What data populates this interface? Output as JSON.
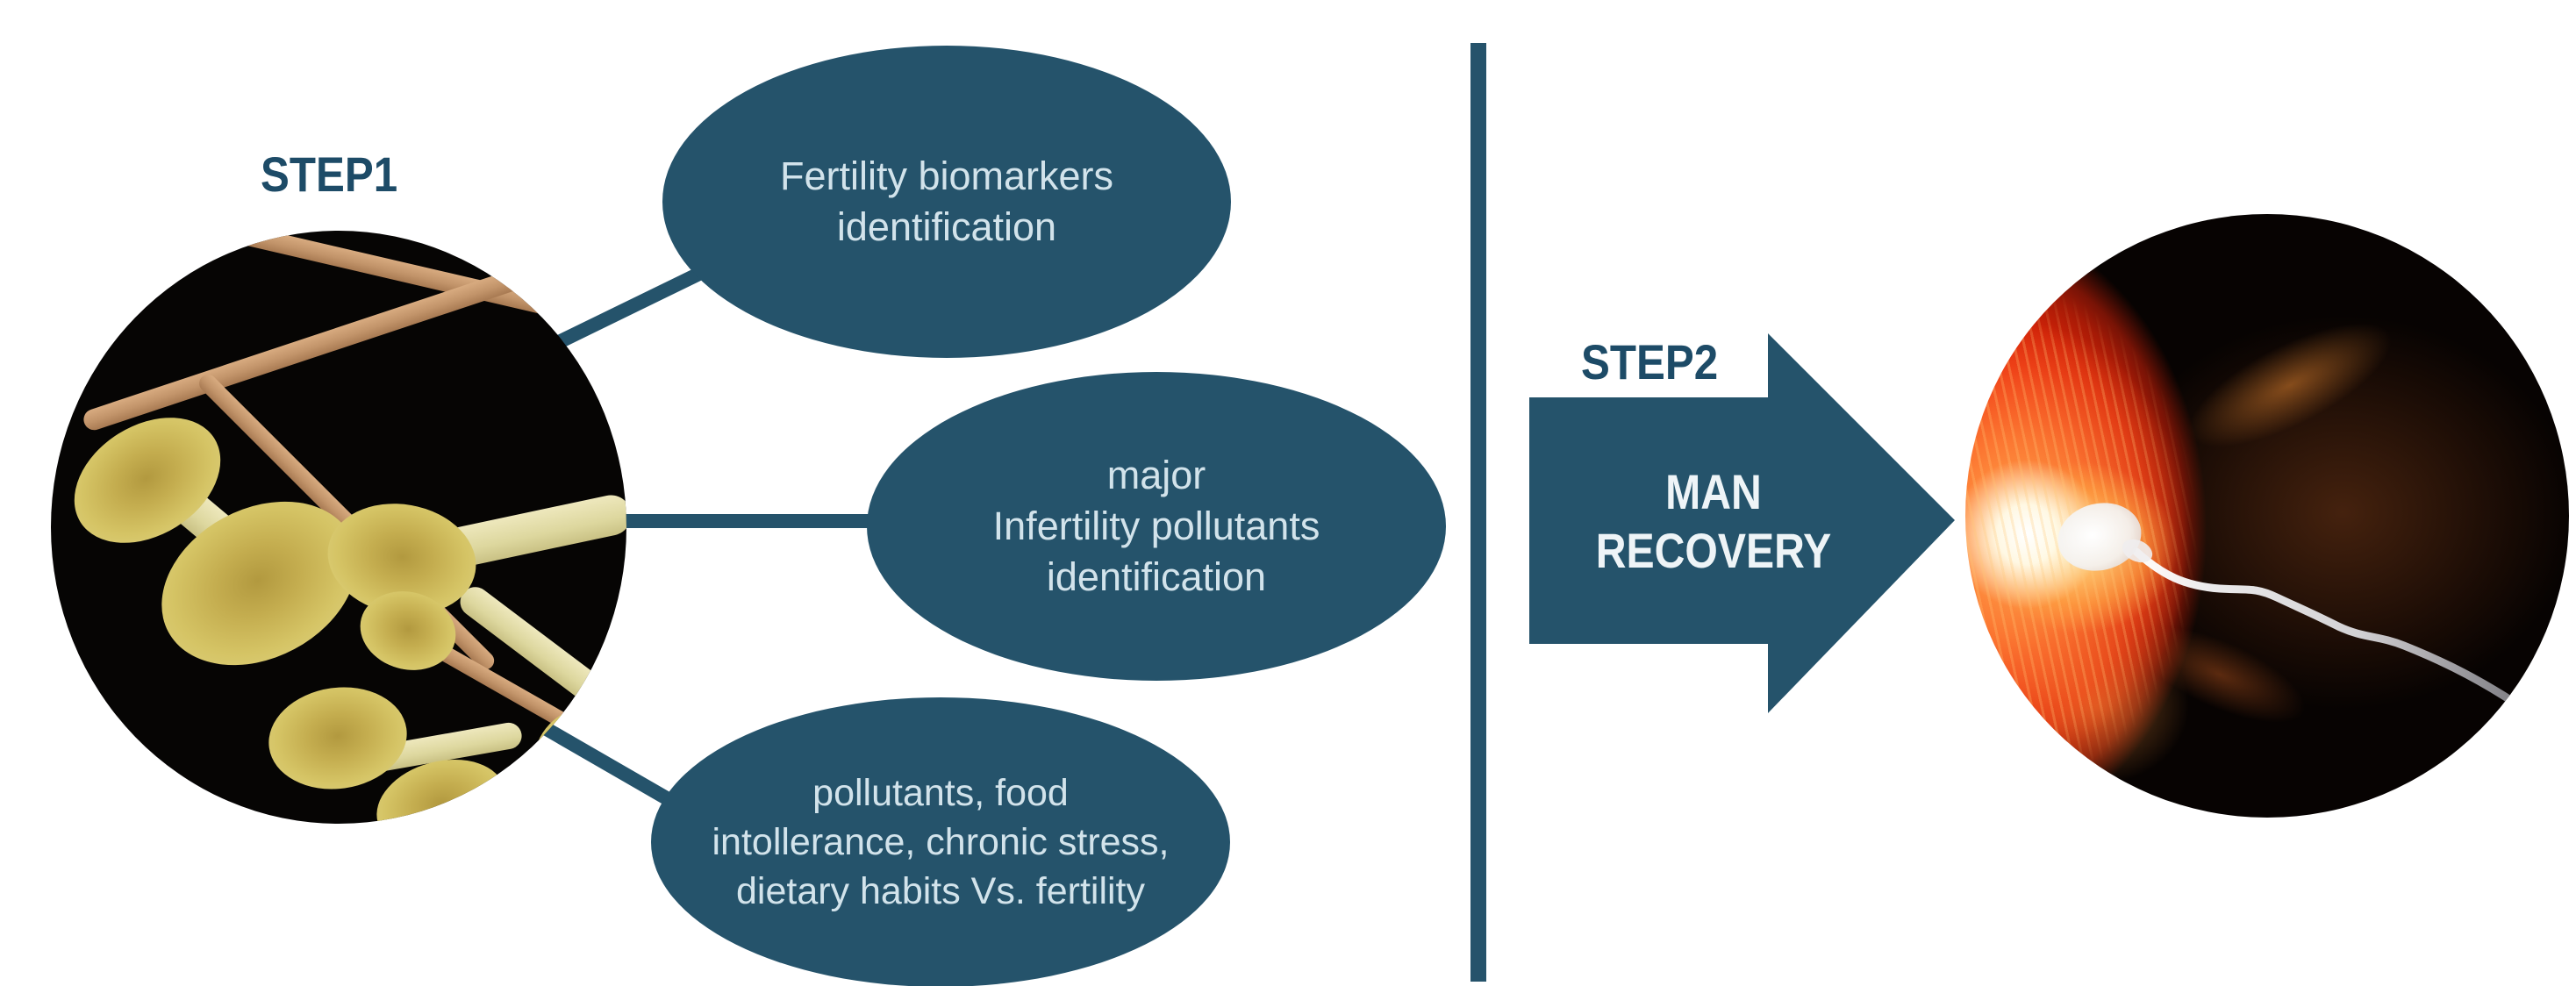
{
  "figure": {
    "step1": {
      "label": "STEP1"
    },
    "step2": {
      "label": "STEP2"
    },
    "bubbles": [
      {
        "lines": [
          "Fertility biomarkers",
          "identification"
        ]
      },
      {
        "lines": [
          "major",
          "Infertility pollutants",
          "identification"
        ]
      },
      {
        "lines": [
          "pollutants, food",
          "intollerance, chronic stress,",
          "dietary habits Vs. fertility"
        ]
      }
    ],
    "arrow": {
      "lines": [
        "MAN",
        "RECOVERY"
      ]
    },
    "photos": {
      "left": "sperm-cells-micrograph",
      "right": "sperm-fertilizing-egg"
    },
    "colors": {
      "teal": "#25536b",
      "step_label_text": "#1d4b67",
      "bubble_text": "#d2e3eb",
      "arrow_text": "#eef4f7",
      "background": "#ffffff"
    }
  }
}
